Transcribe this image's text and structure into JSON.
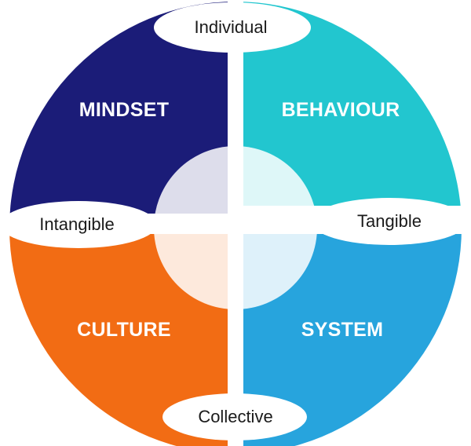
{
  "quadrants": {
    "top_left": {
      "label": "MINDSET",
      "color": "#1b1c78"
    },
    "top_right": {
      "label": "BEHAVIOUR",
      "color": "#22c6cf"
    },
    "bottom_left": {
      "label": "CULTURE",
      "color": "#f26c14"
    },
    "bottom_right": {
      "label": "SYSTEM",
      "color": "#27a4dd"
    }
  },
  "axes": {
    "top": "Individual",
    "bottom": "Collective",
    "left": "Intangible",
    "right": "Tangible"
  },
  "center_overlay_color": "#ffffff"
}
